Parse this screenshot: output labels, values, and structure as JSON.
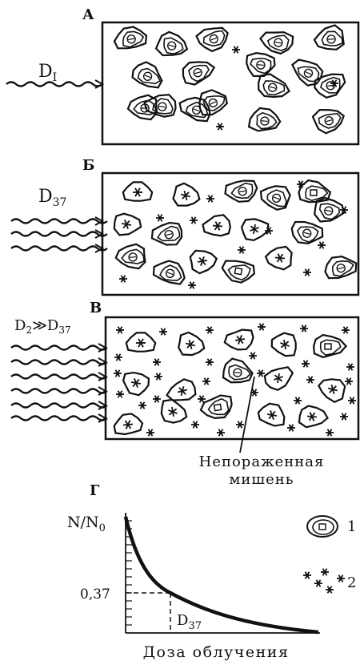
{
  "panels": [
    {
      "letter": "А",
      "dose_base": "D",
      "dose_sub": "I"
    },
    {
      "letter": "Б",
      "dose_base": "D",
      "dose_sub": "37"
    },
    {
      "letter": "В",
      "dose_base": "D",
      "dose_sub": "2",
      "dose_rest": "≫D",
      "dose_sub2": "37"
    }
  ],
  "target_caption": [
    "Непораженная",
    "мишень"
  ],
  "graph": {
    "letter": "Г",
    "ylabel_a": "N/N",
    "ylabel_sub": "0",
    "tick_037": "0,37",
    "d37_base": "D",
    "d37_sub": "37",
    "xlabel": "Доза облучения"
  },
  "legend": [
    {
      "number": "1",
      "icon": "cell-icon"
    },
    {
      "number": "2",
      "icon": "star-icon"
    }
  ]
}
